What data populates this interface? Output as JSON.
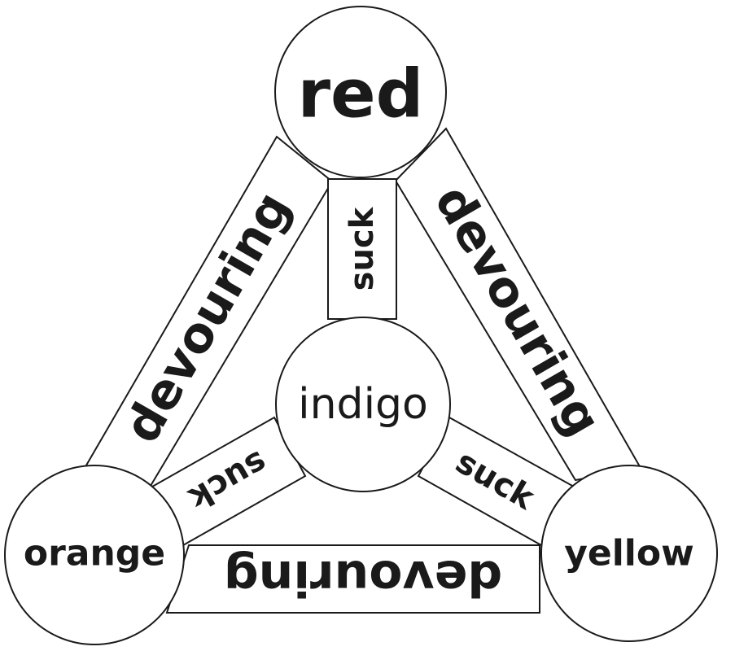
{
  "diagram": {
    "nodes": {
      "red": "red",
      "indigo": "indigo",
      "orange": "orange",
      "yellow": "yellow"
    },
    "edges": {
      "red_orange": "devouring",
      "red_yellow": "devouring",
      "orange_yellow": "devouring",
      "red_indigo": "suck",
      "indigo_orange": "suck",
      "indigo_yellow": "suck"
    },
    "colors": {
      "stroke": "#1a1a1a",
      "fill": "#ffffff",
      "text": "#1a1a1a"
    }
  }
}
